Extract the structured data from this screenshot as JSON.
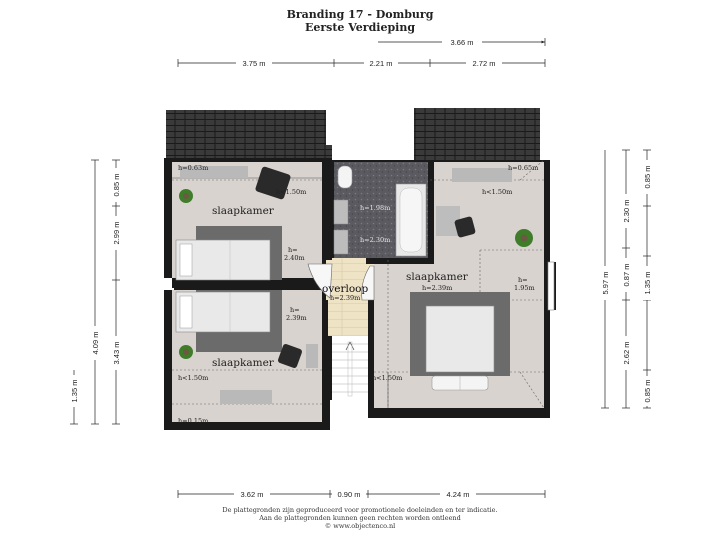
{
  "header": {
    "title": "Branding 17 - Domburg",
    "subtitle": "Eerste Verdieping"
  },
  "footer": {
    "line1": "De plattegronden zijn geproduceerd voor promotionele doeleinden en ter indicatie.",
    "line2": "Aan de plattegronden kunnen geen rechten worden ontleend",
    "line3": "© www.objectenco.nl"
  },
  "dimensions": {
    "top_overall": "3.66 m",
    "top": [
      "3.75 m",
      "2.21 m",
      "2.72 m"
    ],
    "bottom": [
      "3.62 m",
      "0.90 m",
      "4.24 m"
    ],
    "left_outer": "4.09 m",
    "left_outer_small": "1.35 m",
    "left_inner": [
      "0.85 m",
      "2.99 m",
      "3.43 m"
    ],
    "right_total": "5.97 m",
    "right_inner": [
      "0.85 m",
      "2.30 m",
      "0.87 m",
      "1.35 m",
      "2.62 m",
      "0.85 m"
    ]
  },
  "rooms": {
    "bedroom_top_left": "slaapkamer",
    "bedroom_bottom_left": "slaapkamer",
    "bedroom_right": "slaapkamer",
    "landing": "overloop"
  },
  "heights": {
    "tl_corner": "h=0.63m",
    "tl_step": "h<1.50m",
    "tl_h_label": "h=",
    "tl_h_value": "2.40m",
    "bl_h_label": "h=",
    "bl_h_value": "2.39m",
    "bl_step": "h<1.50m",
    "bl_corner": "h=0.15m",
    "bath_upper": "h=1.98m",
    "bath_lower": "h=2.30m",
    "landing": "h=2.39m",
    "right_corner": "h=0.65m",
    "right_step_top": "h<1.50m",
    "right_room": "h=2.39m",
    "right_side_label": "h=",
    "right_side_value": "1.95m",
    "right_step_bottom": "h<1.50m"
  }
}
